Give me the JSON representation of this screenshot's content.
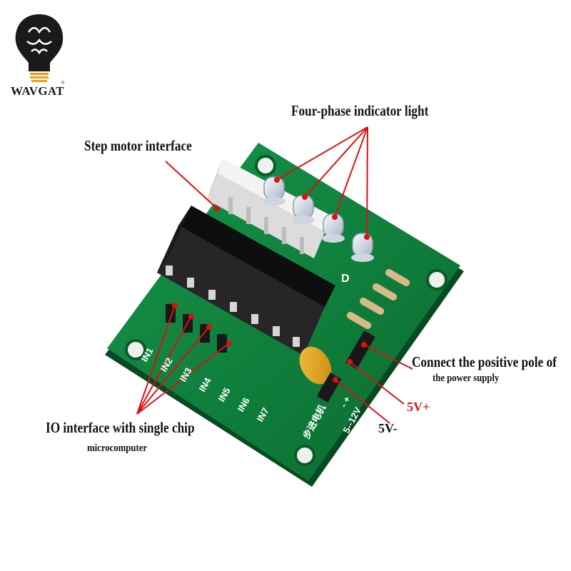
{
  "brand": {
    "name": "WAVGAT",
    "mark": "®"
  },
  "labels": {
    "indicator": "Four-phase indicator light",
    "motor": "Step motor interface",
    "power_line1": "Connect the positive pole of",
    "power_line2": "the power supply",
    "v_plus": "5V+",
    "v_minus": "5V-",
    "io_line1": "IO interface with single chip",
    "io_line2": "microcomputer"
  },
  "silkscreen": {
    "pins": [
      "IN1",
      "IN2",
      "IN3",
      "IN4",
      "IN5",
      "IN6",
      "IN7"
    ],
    "led_letter": "D",
    "voltage": "5--12V",
    "power_marks": "- +",
    "chinese": "步进电机"
  },
  "colors": {
    "pcb": "#0d7a3a",
    "pcb_dark": "#075526",
    "connector": "#f2f2f2",
    "chip": "#141414",
    "capacitor": "#e0a020",
    "pointer": "#e01010"
  }
}
